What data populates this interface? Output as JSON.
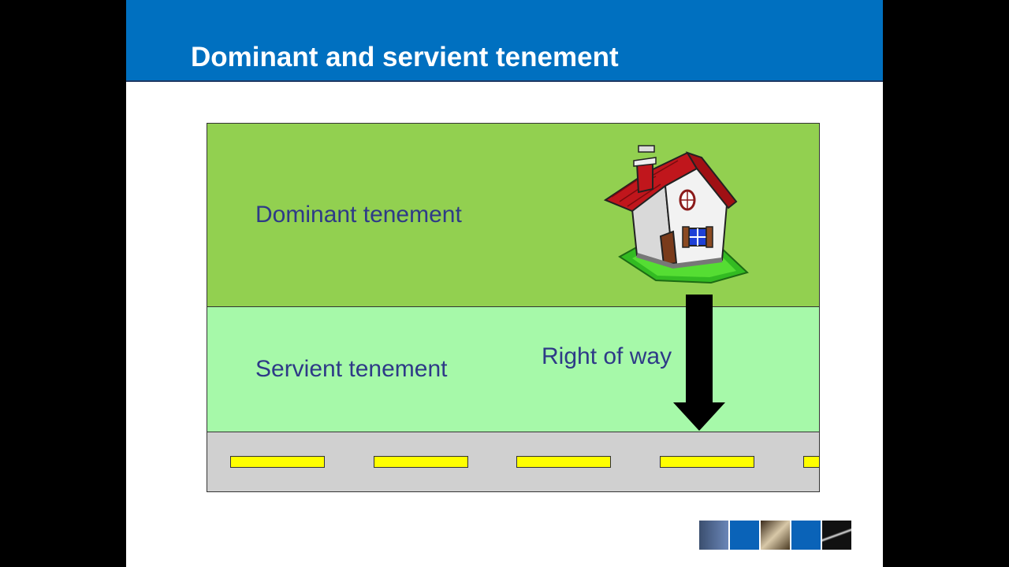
{
  "slide": {
    "title": "Dominant and servient tenement"
  },
  "diagram": {
    "dominant_label": "Dominant tenement",
    "servient_label": "Servient tenement",
    "right_of_way_label": "Right of way",
    "house_icon": "house-icon",
    "arrow_icon": "down-arrow-icon"
  },
  "colors": {
    "title_bar": "#0070c0",
    "dominant_zone": "#92d050",
    "servient_zone": "#a6f9a9",
    "road": "#d0d0d0",
    "road_marking": "#ffff00",
    "label_text": "#2e3a87"
  }
}
